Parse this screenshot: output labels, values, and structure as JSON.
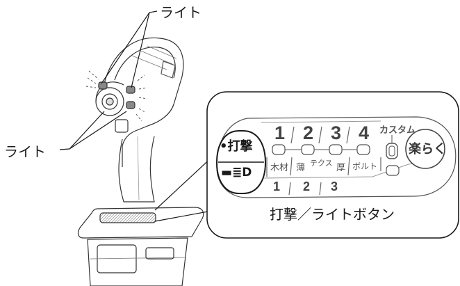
{
  "callouts": {
    "light_top": "ライト",
    "light_left": "ライト",
    "button": "打撃／ライトボタン"
  },
  "panel": {
    "strike_button_label": "•打撃",
    "light_icon_glyph": "≣D",
    "custom_label": "カスタム",
    "easy_button_label": "楽らく",
    "upper_modes": [
      "1",
      "2",
      "3",
      "4"
    ],
    "material_labels": [
      "木材",
      "薄",
      "テクス",
      "厚",
      "ボルト"
    ],
    "lower_modes": [
      "1",
      "2",
      "3"
    ]
  }
}
